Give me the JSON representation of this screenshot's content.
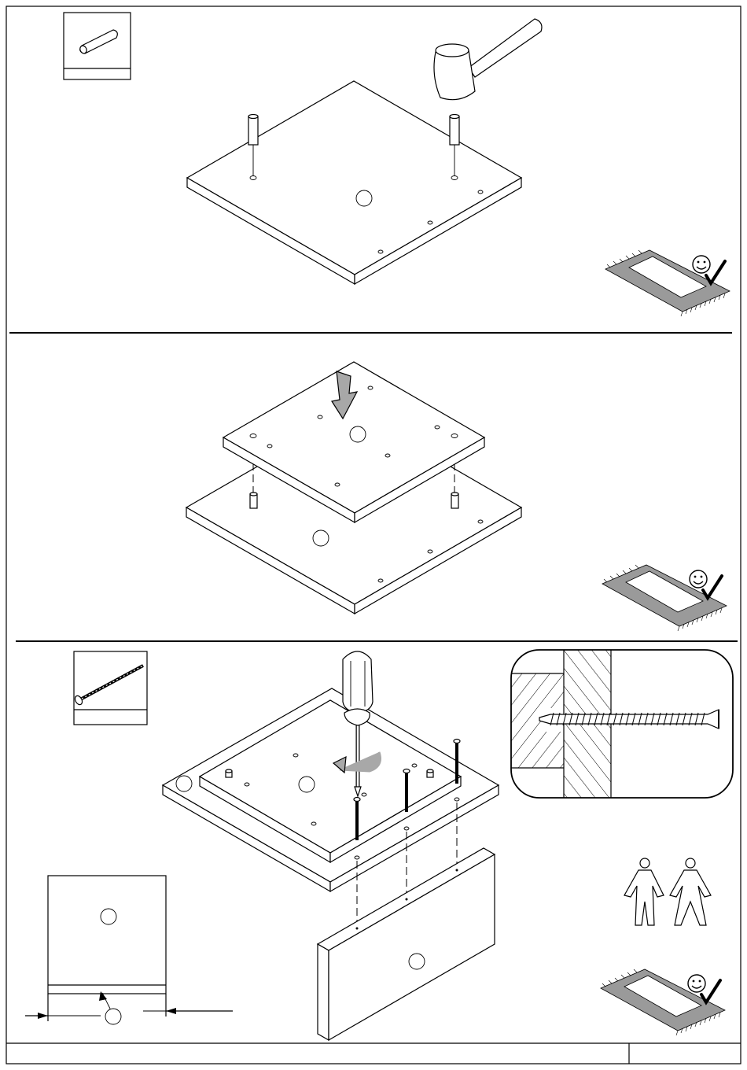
{
  "manual_page": {
    "steps": [
      {
        "id": "step-1",
        "hardware": "dowel-pin",
        "tool": "mallet-icon",
        "work_surface": "protective-mat-icon"
      },
      {
        "id": "step-2",
        "action": "press-down-arrow",
        "work_surface": "protective-mat-icon"
      },
      {
        "id": "step-3",
        "hardware": "wood-screw",
        "tool": "screwdriver-icon",
        "detail": "screw-cross-section",
        "people": "two-person-icon",
        "work_surface": "protective-mat-icon"
      }
    ],
    "footer": {
      "left_text": "",
      "right_text": ""
    },
    "part_box_labels": {
      "dowel": "",
      "screw": ""
    },
    "colors": {
      "line": "#000000",
      "mat": "#9a9a9a",
      "arrow": "#a8a8a8",
      "background": "#ffffff"
    }
  }
}
